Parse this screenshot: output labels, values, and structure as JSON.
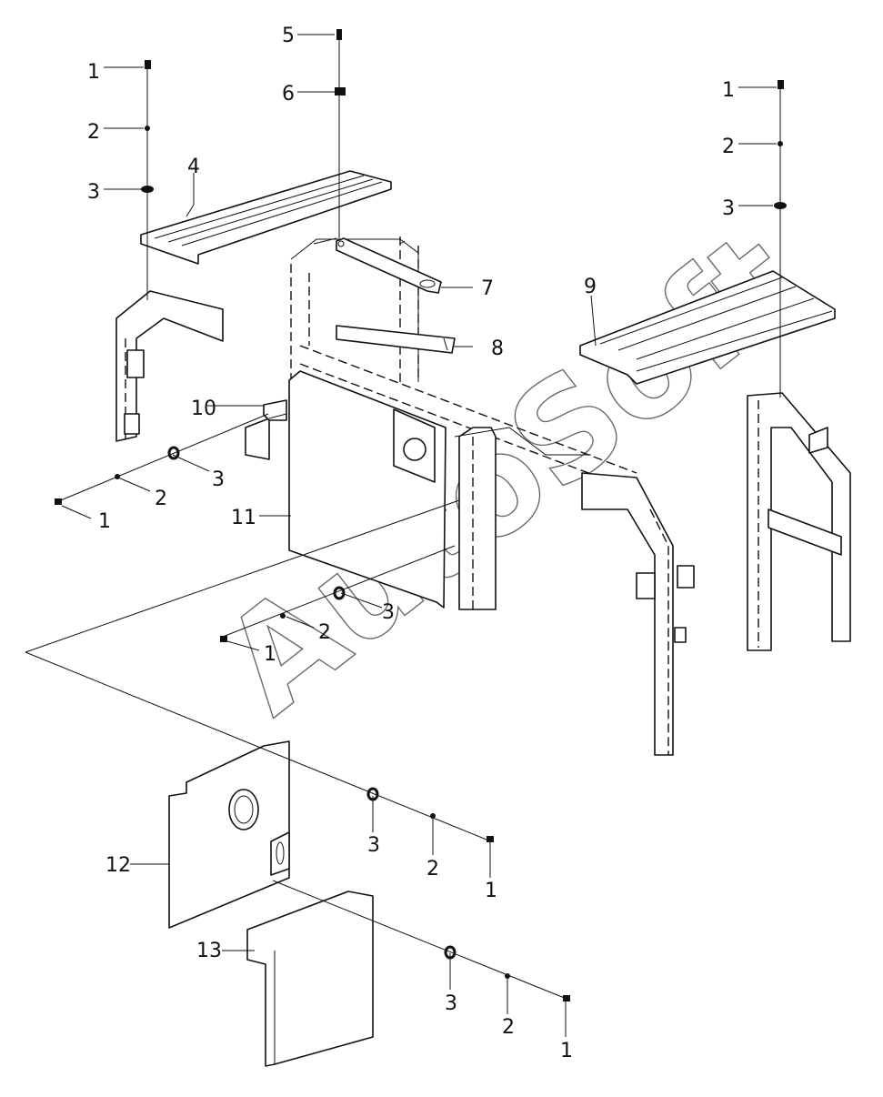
{
  "watermark": "AutoSoft",
  "callouts": {
    "c1a": "1",
    "c2a": "2",
    "c3a": "3",
    "c4": "4",
    "c5": "5",
    "c6": "6",
    "c7": "7",
    "c8": "8",
    "c9": "9",
    "c1b": "1",
    "c2b": "2",
    "c3b": "3",
    "c10": "10",
    "c3c": "3",
    "c2c": "2",
    "c1c": "1",
    "c11": "11",
    "c3d": "3",
    "c2d": "2",
    "c1d": "1",
    "c12": "12",
    "c3e": "3",
    "c2e": "2",
    "c1e": "1",
    "c13": "13",
    "c3f": "3",
    "c2f": "2",
    "c1f": "1"
  }
}
